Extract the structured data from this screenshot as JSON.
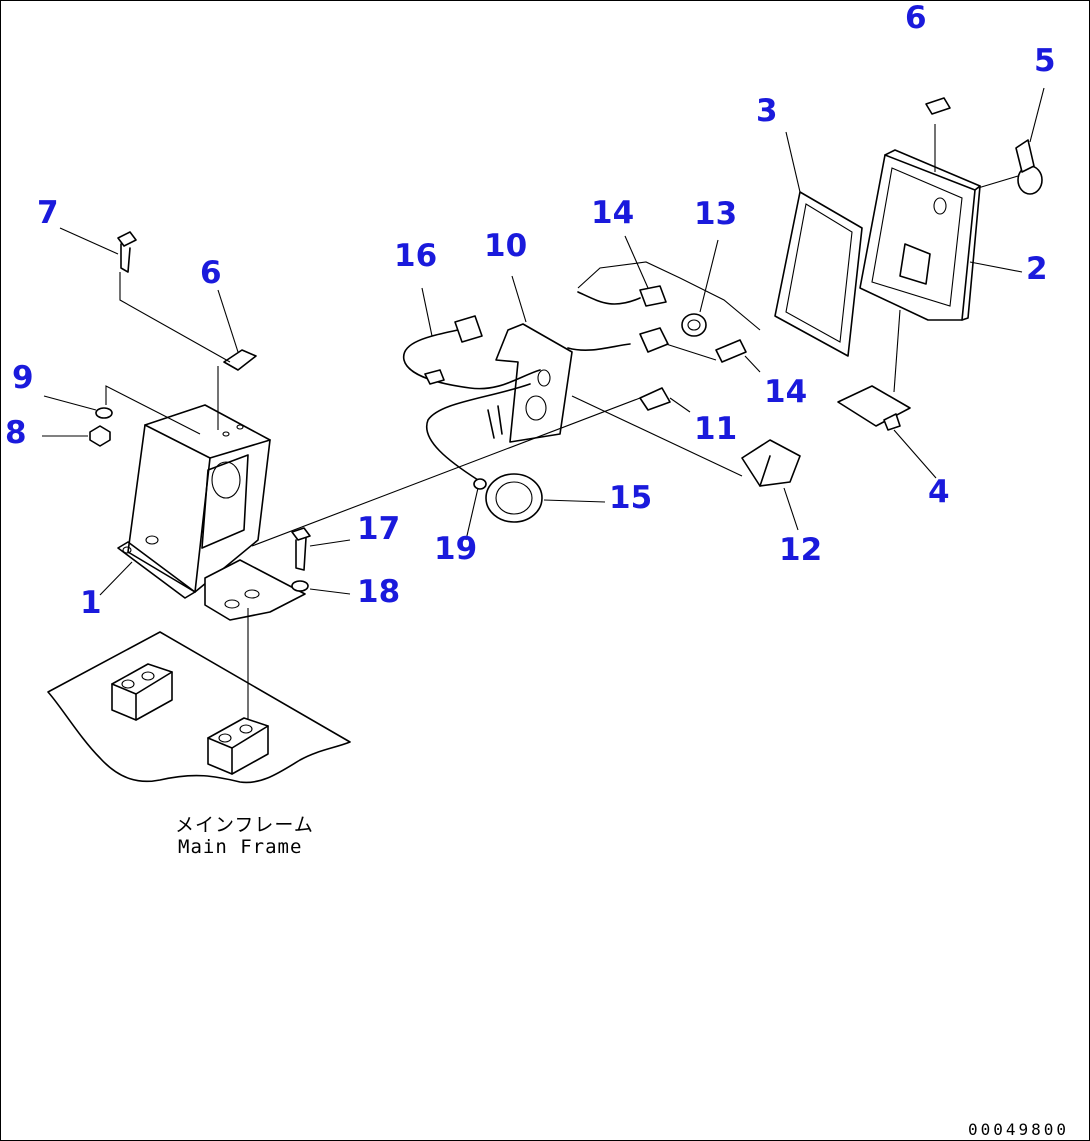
{
  "diagram": {
    "callouts": [
      {
        "id": "c1",
        "text": "1"
      },
      {
        "id": "c2",
        "text": "2"
      },
      {
        "id": "c3",
        "text": "3"
      },
      {
        "id": "c4",
        "text": "4"
      },
      {
        "id": "c5",
        "text": "5"
      },
      {
        "id": "c6a",
        "text": "6"
      },
      {
        "id": "c6b",
        "text": "6"
      },
      {
        "id": "c7",
        "text": "7"
      },
      {
        "id": "c8",
        "text": "8"
      },
      {
        "id": "c9",
        "text": "9"
      },
      {
        "id": "c10",
        "text": "10"
      },
      {
        "id": "c11",
        "text": "11"
      },
      {
        "id": "c12",
        "text": "12"
      },
      {
        "id": "c13",
        "text": "13"
      },
      {
        "id": "c14a",
        "text": "14"
      },
      {
        "id": "c14b",
        "text": "14"
      },
      {
        "id": "c15",
        "text": "15"
      },
      {
        "id": "c16",
        "text": "16"
      },
      {
        "id": "c17",
        "text": "17"
      },
      {
        "id": "c18",
        "text": "18"
      },
      {
        "id": "c19",
        "text": "19"
      }
    ],
    "frame_label_jp": "メインフレーム",
    "frame_label_en": "Main Frame",
    "document_number": "00049800",
    "callout_color": "#1a1adc"
  }
}
